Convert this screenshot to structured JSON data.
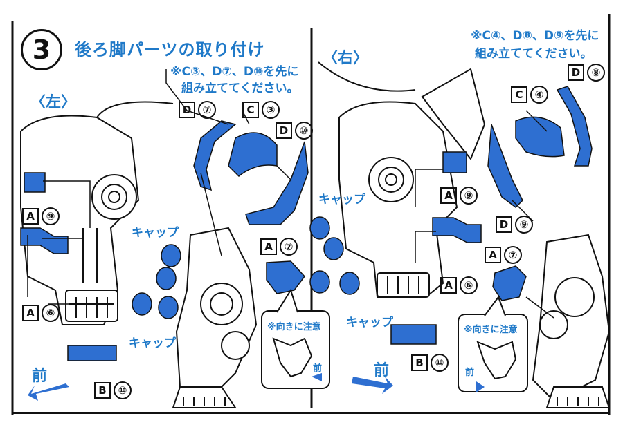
{
  "step": {
    "number": "3",
    "title": "後ろ脚パーツの取り付け"
  },
  "left": {
    "side_label": "〈左〉",
    "pre_note_line1": "※C③、D⑦、D⑩を先に",
    "pre_note_line2": "組み立ててください。",
    "parts": [
      {
        "box": "D",
        "num": "⑦"
      },
      {
        "box": "C",
        "num": "③"
      },
      {
        "box": "D",
        "num": "⑩"
      },
      {
        "box": "A",
        "num": "⑨"
      },
      {
        "box": "A",
        "num": "⑥"
      },
      {
        "box": "A",
        "num": "⑦"
      },
      {
        "box": "B",
        "num": "⑩"
      }
    ],
    "cap_label_1": "キャップ",
    "cap_label_2": "キャップ",
    "front_label": "前",
    "caution": "※向きに注意",
    "caution_front": "前"
  },
  "right": {
    "side_label": "〈右〉",
    "pre_note_line1": "※C④、D⑧、D⑨を先に",
    "pre_note_line2": "組み立ててください。",
    "parts": [
      {
        "box": "D",
        "num": "⑧"
      },
      {
        "box": "C",
        "num": "④"
      },
      {
        "box": "A",
        "num": "⑨"
      },
      {
        "box": "A",
        "num": "⑥"
      },
      {
        "box": "D",
        "num": "⑨"
      },
      {
        "box": "A",
        "num": "⑦"
      },
      {
        "box": "B",
        "num": "⑩"
      }
    ],
    "cap_label_1": "キャップ",
    "cap_label_2": "キャップ",
    "front_label": "前",
    "caution": "※向きに注意",
    "caution_front": "前"
  },
  "colors": {
    "accent": "#1f79c8",
    "part_blue": "#2e6fd1",
    "line": "#111111"
  }
}
